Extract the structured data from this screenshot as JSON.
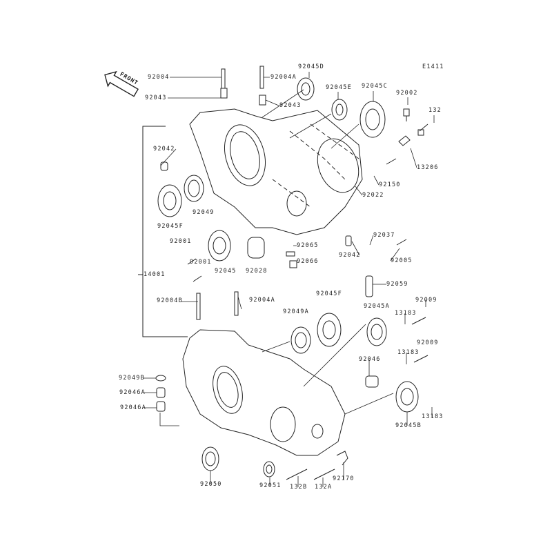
{
  "diagram_code": "E1411",
  "front_label": "FRONT",
  "parts": [
    "92004",
    "92004A",
    "92045D",
    "92043",
    "92043",
    "92045E",
    "92045C",
    "92002",
    "132",
    "92042",
    "13206",
    "92150",
    "92022",
    "92049",
    "92045F",
    "92001",
    "92065",
    "92037",
    "92042",
    "92005",
    "92066",
    "92001",
    "92045",
    "92028",
    "14001",
    "92059",
    "92004B",
    "92004A",
    "92045F",
    "92049A",
    "92045A",
    "92009",
    "13183",
    "92009",
    "13183",
    "92046",
    "92049B",
    "92046A",
    "92046A",
    "13183",
    "92045B",
    "92050",
    "92051",
    "132B",
    "132A",
    "92170"
  ]
}
